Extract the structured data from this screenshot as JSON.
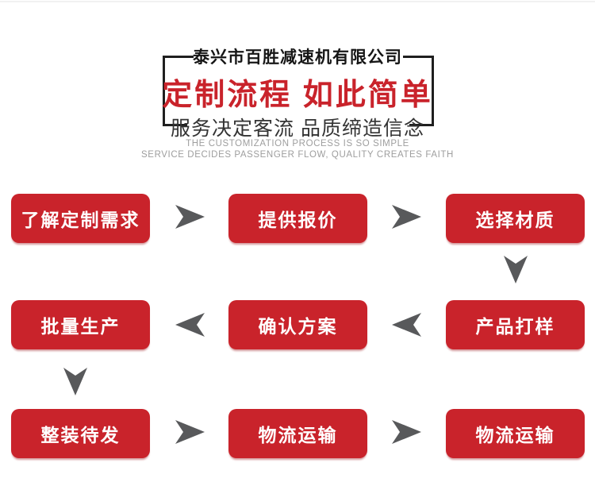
{
  "header": {
    "company": "泰兴市百胜减速机有限公司",
    "title": "定制流程 如此简单",
    "subtitle": "服务决定客流 品质缔造信念",
    "english_line1": "THE CUSTOMIZATION PROCESS IS SO SIMPLE",
    "english_line2": "SERVICE DECIDES PASSENGER FLOW, QUALITY CREATES FAITH"
  },
  "flow": {
    "rows": [
      {
        "direction": "right",
        "steps": [
          "了解定制需求",
          "提供报价",
          "选择材质"
        ]
      },
      {
        "direction": "left",
        "steps": [
          "批量生产",
          "确认方案",
          "产品打样"
        ]
      },
      {
        "direction": "right",
        "steps": [
          "整装待发",
          "物流运输",
          "物流运输"
        ]
      }
    ]
  },
  "icons": {
    "arrow_right": "right-dart-arrow",
    "arrow_left": "left-dart-arrow",
    "arrow_down": "down-dart-arrow"
  },
  "colors": {
    "accent_red": "#c9232b",
    "arrow_gray": "#58595b",
    "bracket_black": "#1f1f1f",
    "english_gray": "#9e9e9e"
  }
}
